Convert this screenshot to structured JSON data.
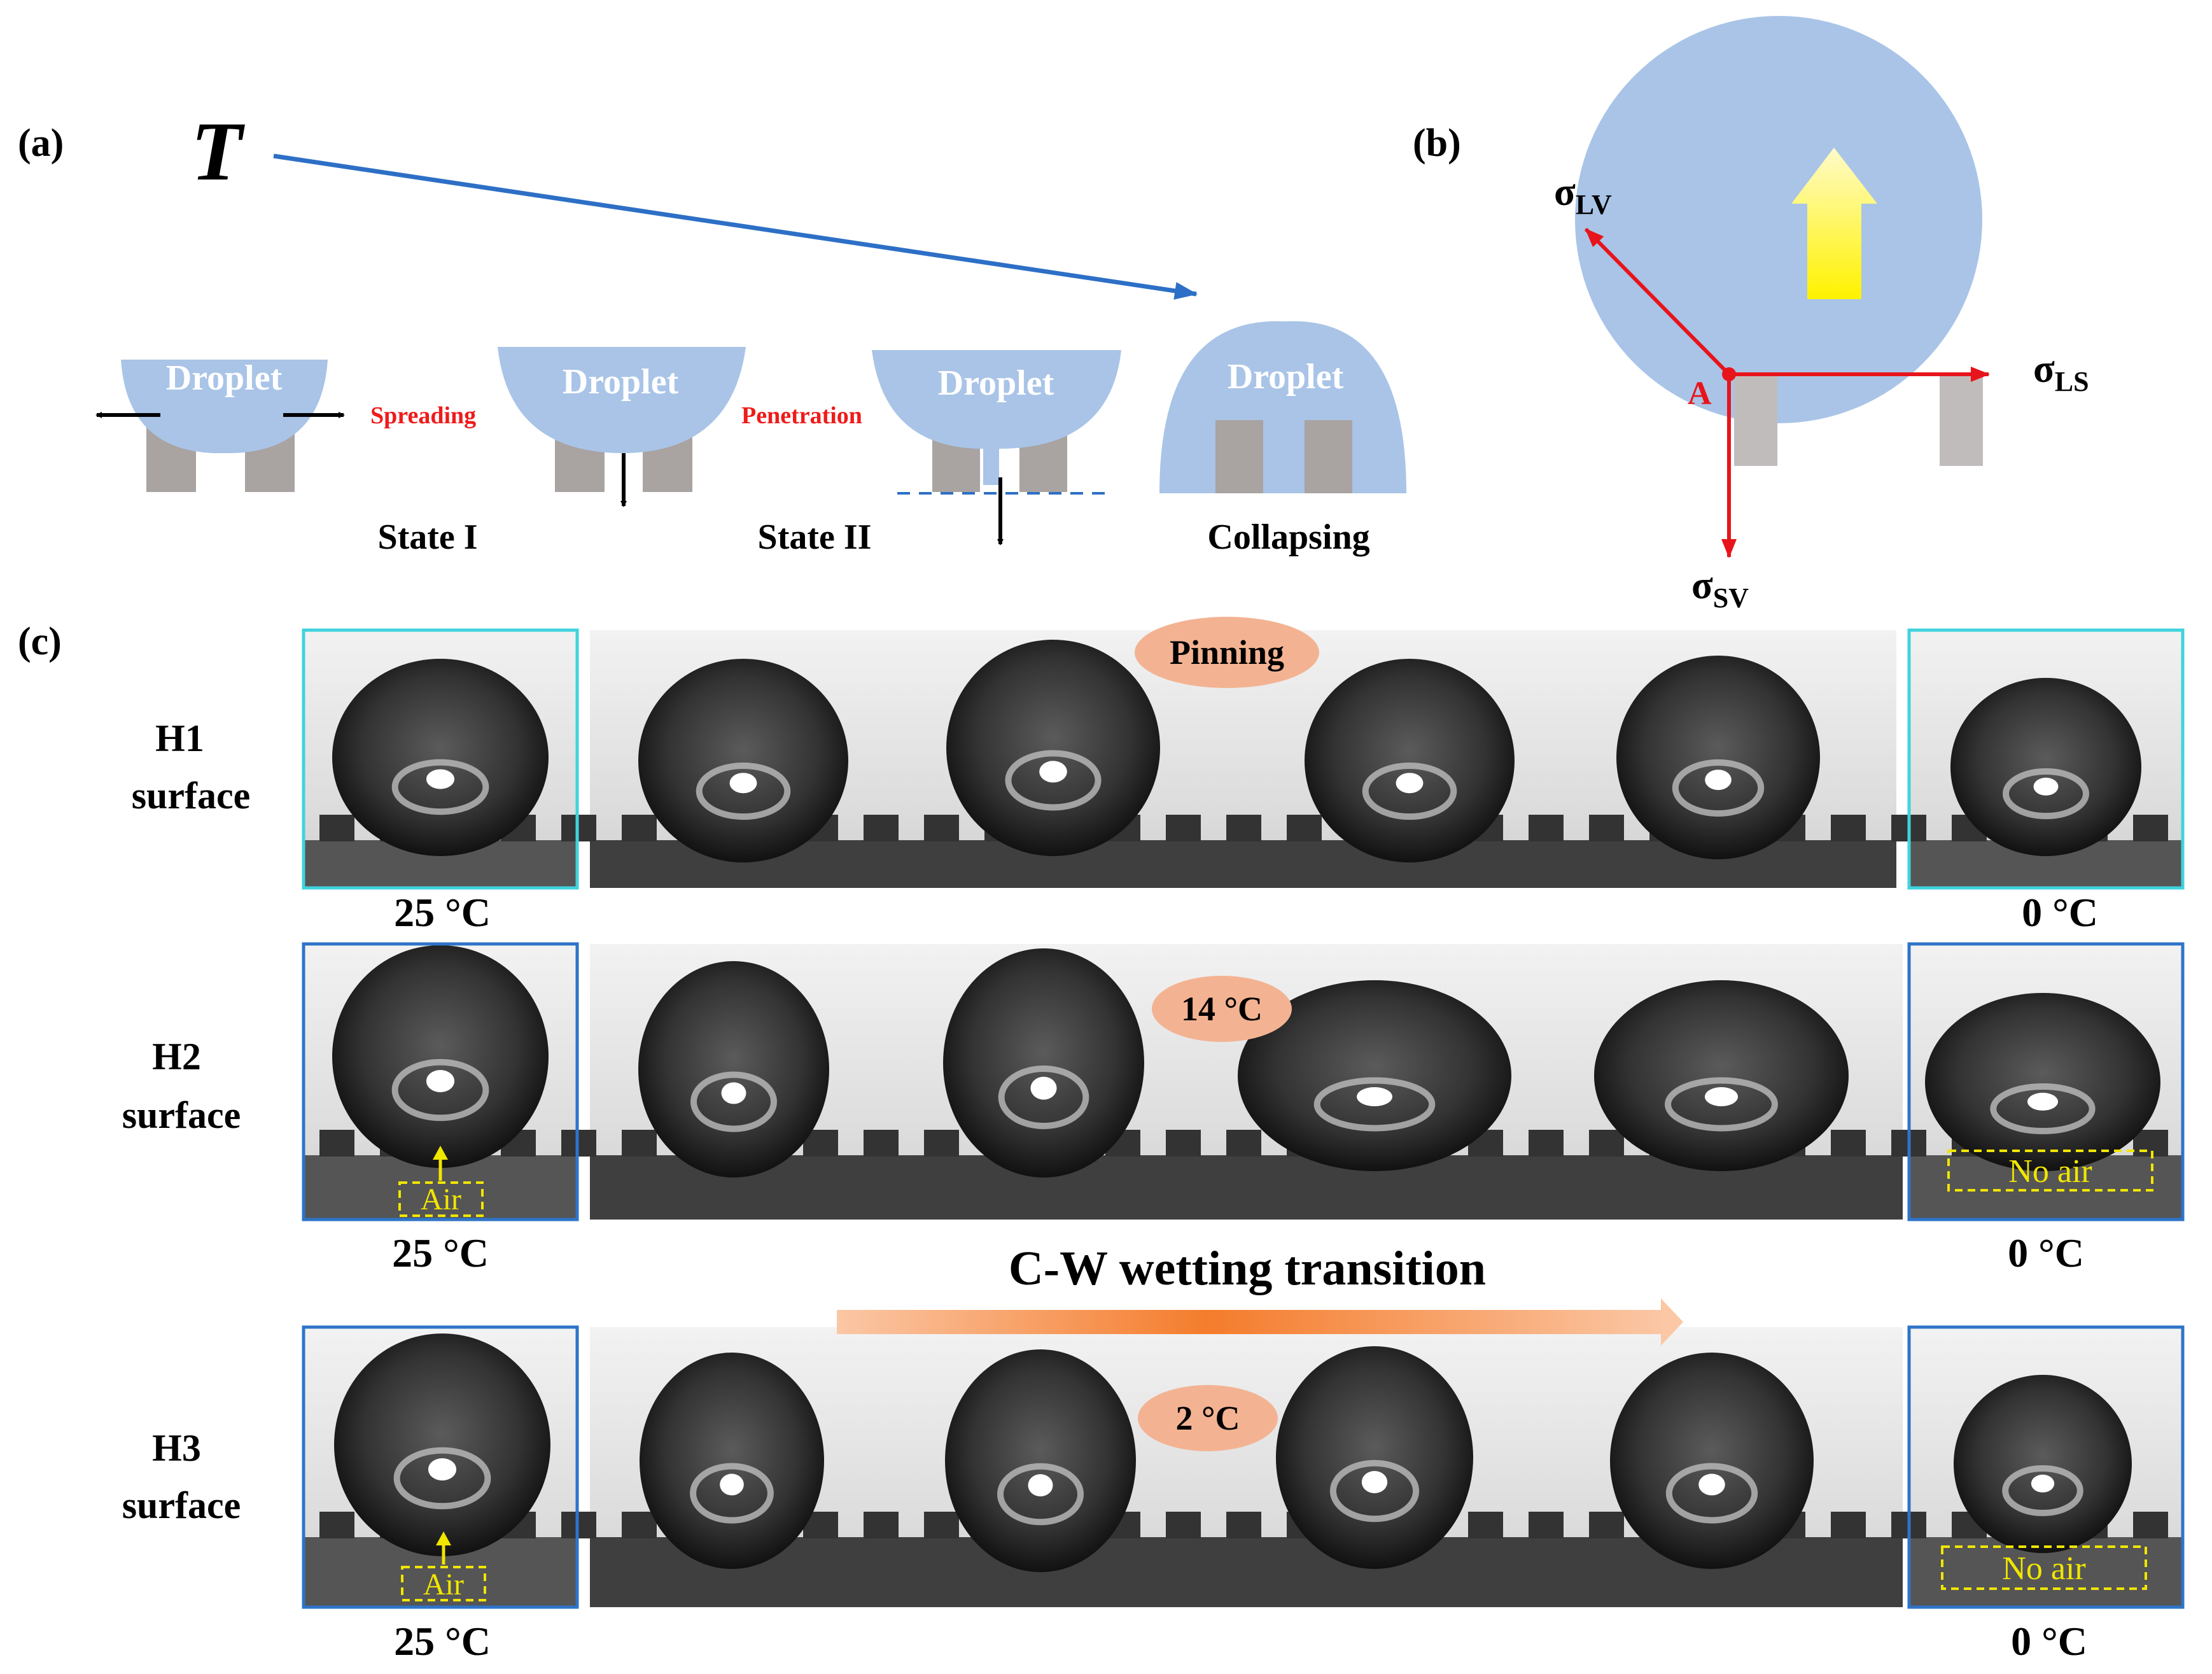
{
  "panels": {
    "a": {
      "label": "(a)",
      "temperature_symbol": "T",
      "droplet_text": "Droplet",
      "process_labels": {
        "spreading": "Spreading",
        "penetration": "Penetration"
      },
      "state_labels": [
        "State I",
        "State II",
        "Collapsing"
      ]
    },
    "b": {
      "label": "(b)",
      "forces": {
        "lv": "σ",
        "lv_sub": "LV",
        "ls": "σ",
        "ls_sub": "LS",
        "sv": "σ",
        "sv_sub": "SV"
      },
      "point_label": "A"
    },
    "c": {
      "label": "(c)",
      "rows": [
        {
          "name_line1": "H1",
          "name_line2": "surface",
          "badge": "Pinning",
          "left_temp": "25 °C",
          "right_temp": "0 °C"
        },
        {
          "name_line1": "H2",
          "name_line2": "surface",
          "badge": "14 °C",
          "left_temp": "25 °C",
          "right_temp": "0 °C",
          "air_label": "Air",
          "no_air_label": "No air"
        },
        {
          "name_line1": "H3",
          "name_line2": "surface",
          "badge": "2 °C",
          "left_temp": "25 °C",
          "right_temp": "0 °C",
          "air_label": "Air",
          "no_air_label": "No air"
        }
      ],
      "transition_label": "C-W wetting transition"
    }
  },
  "colors": {
    "droplet_fill": "#a9c4e7",
    "pillar": "#a9a3a1",
    "arrow_blue": "#2d6fc6",
    "force_red": "#e8141b",
    "text_red": "#ef1b1b",
    "frame_cyan": "#3fd3dd",
    "frame_blue": "#2e74c8",
    "badge_orange": "#f3b392",
    "transition_orange": "#f79a5b",
    "air_yellow": "#f0e600"
  }
}
